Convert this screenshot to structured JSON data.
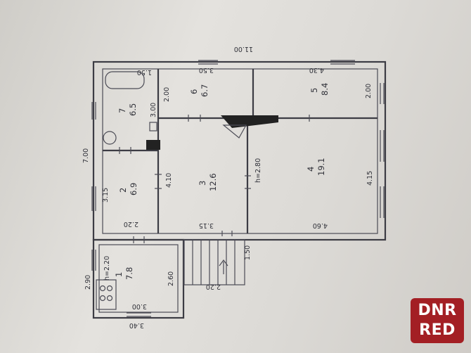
{
  "plan": {
    "overall_length": "11.00",
    "overall_width": "7.00",
    "ceiling_height_main": "h=2.80",
    "ceiling_height_annex": "h=2.20"
  },
  "rooms": [
    {
      "number": "1",
      "area": "7.8"
    },
    {
      "number": "2",
      "area": "6.9"
    },
    {
      "number": "3",
      "area": "12.6"
    },
    {
      "number": "4",
      "area": "19.1"
    },
    {
      "number": "5",
      "area": "8.4"
    },
    {
      "number": "6",
      "area": "6.7"
    },
    {
      "number": "7",
      "area": "6.5"
    }
  ],
  "dimensions": {
    "d_3_50": "3.50",
    "d_4_30": "4.30",
    "d_2_00_a": "2.00",
    "d_2_00_b": "2.00",
    "d_3_00_v": "3.00",
    "d_1_50": "1.50",
    "d_4_10": "4.10",
    "d_3_15_a": "3.15",
    "d_4_15": "4.15",
    "d_2_20_a": "2.20",
    "d_3_15_b": "3.15",
    "d_4_60": "4.60",
    "d_2_60": "2.60",
    "d_2_90": "2.90",
    "d_2_20_b": "2.20",
    "d_3_00_h": "3.00",
    "d_3_40": "3.40"
  },
  "watermark": {
    "line1": "DNR",
    "line2": "RED"
  }
}
